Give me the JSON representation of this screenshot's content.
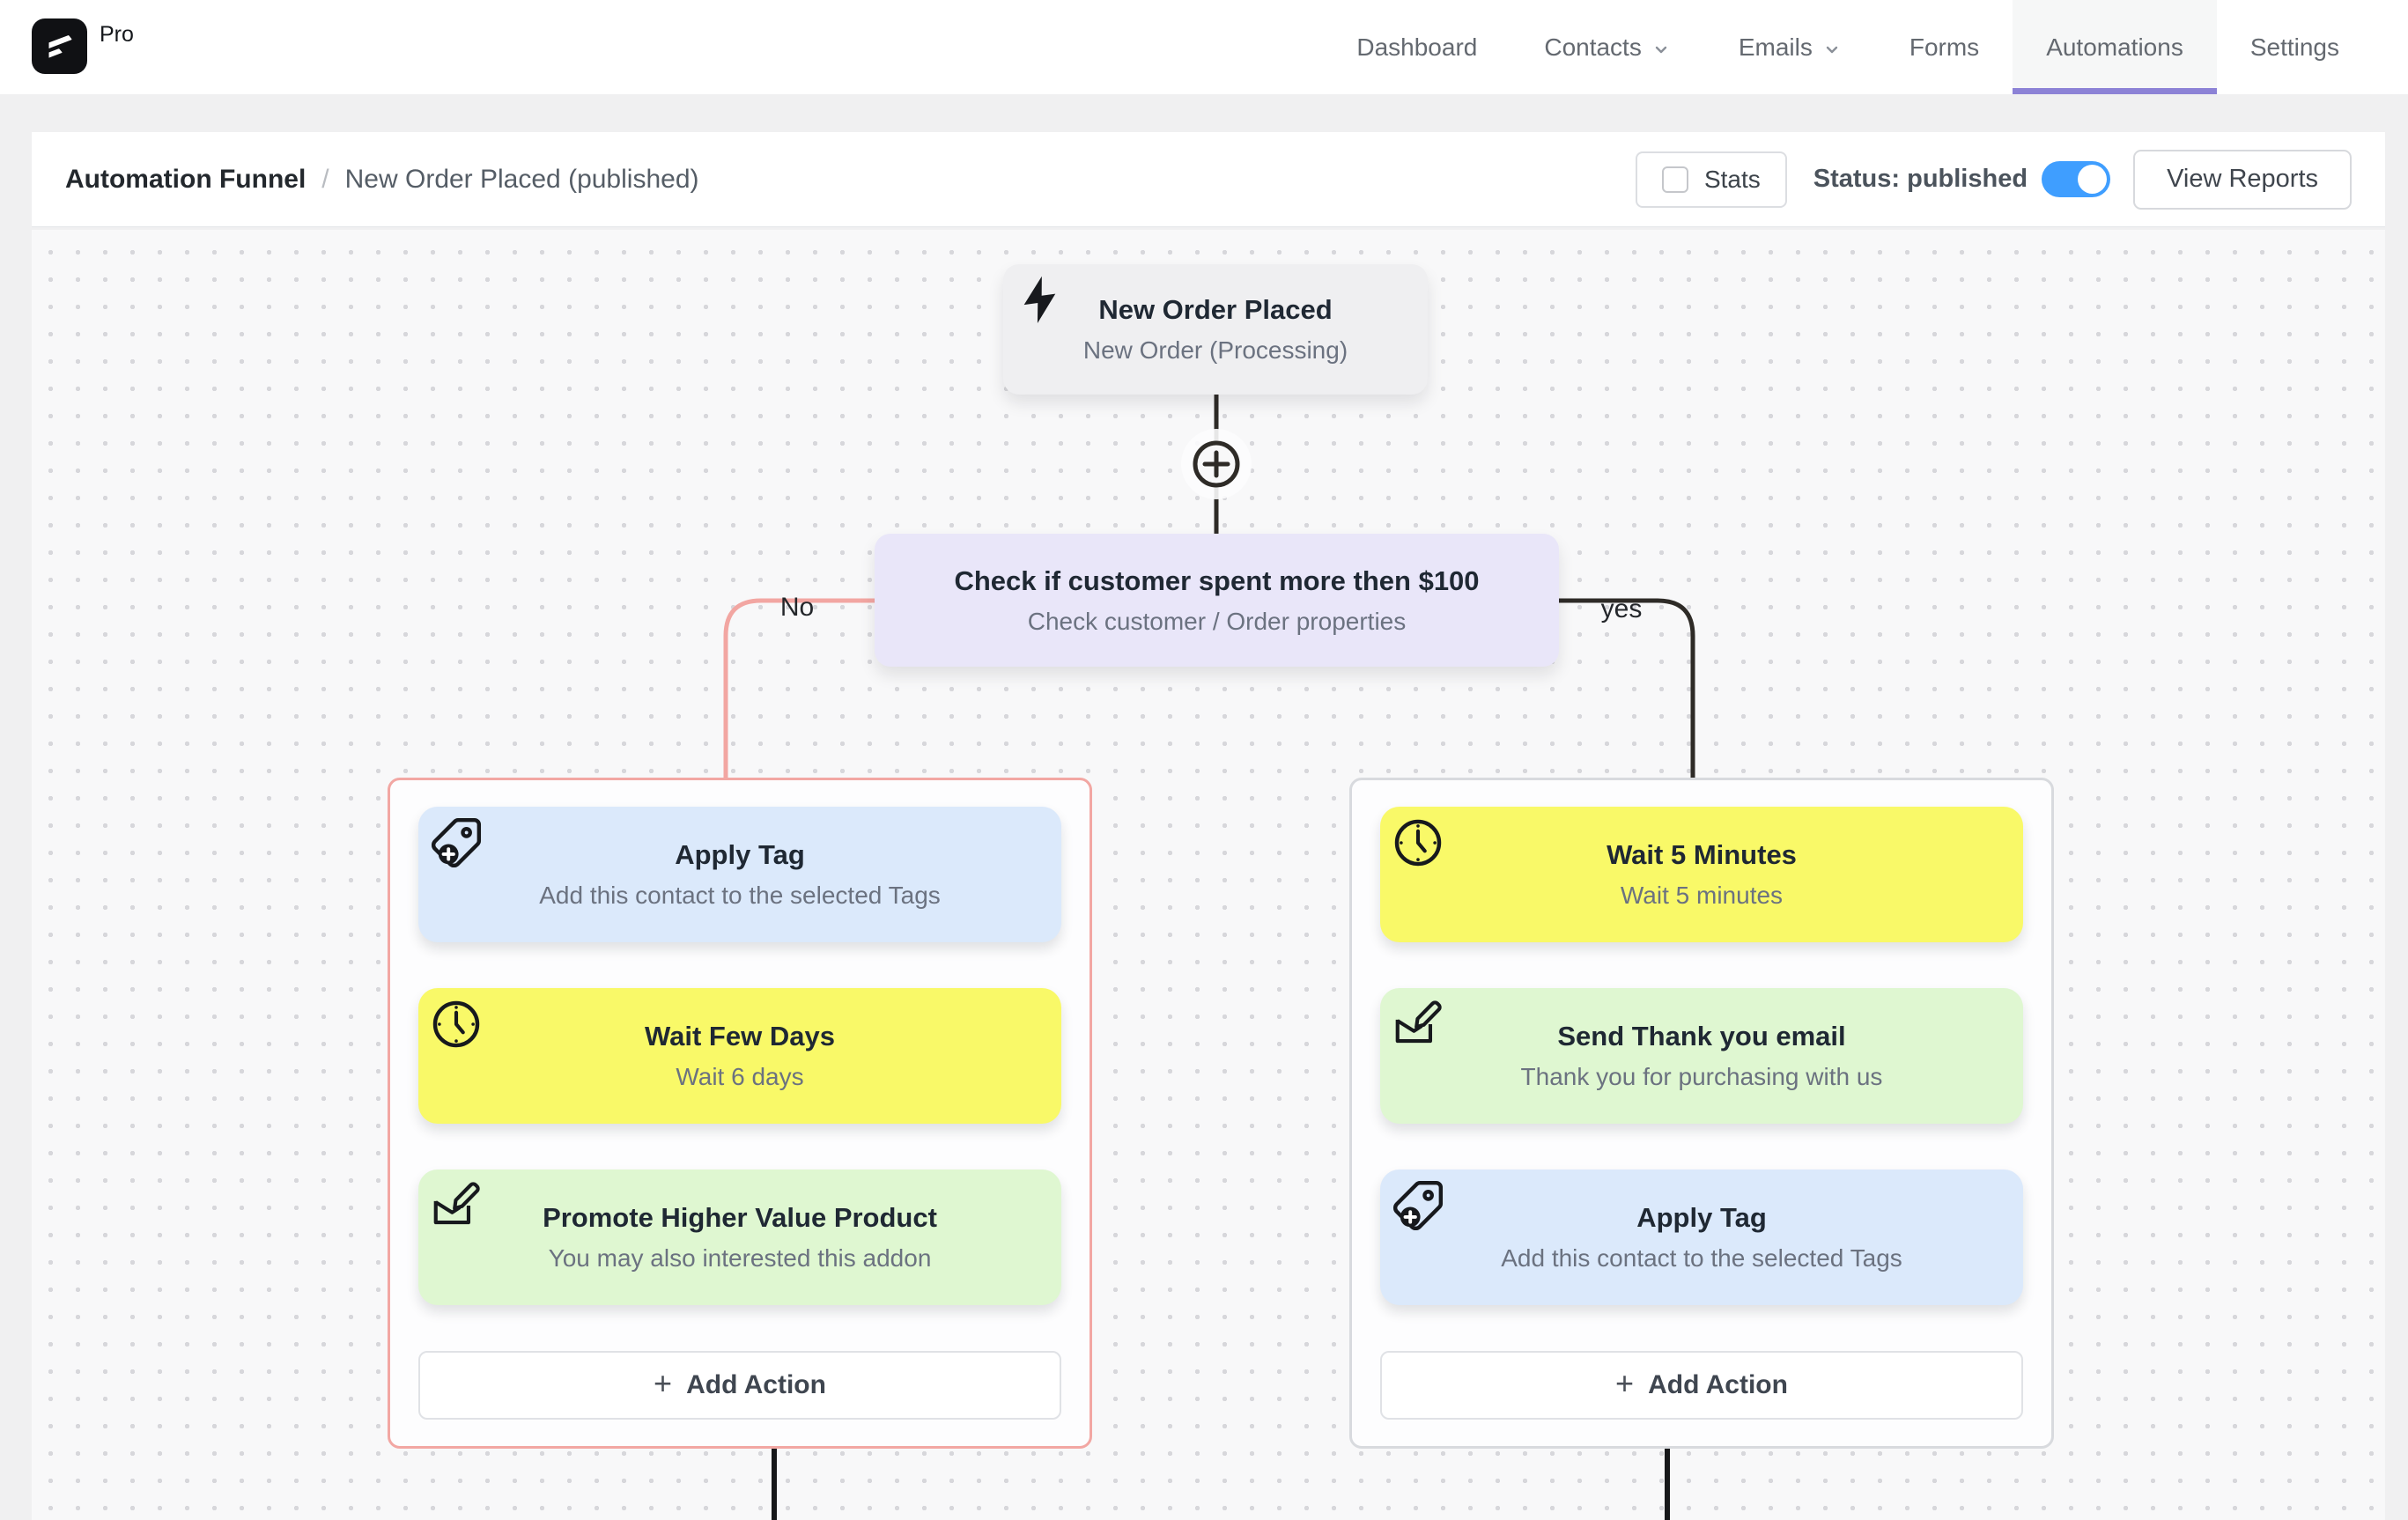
{
  "header": {
    "logo_badge": "Pro",
    "logo_icon": "fluentcrm-flag-icon",
    "nav_items": [
      {
        "label": "Dashboard",
        "dropdown": false,
        "active": false
      },
      {
        "label": "Contacts",
        "dropdown": true,
        "active": false
      },
      {
        "label": "Emails",
        "dropdown": true,
        "active": false
      },
      {
        "label": "Forms",
        "dropdown": false,
        "active": false
      },
      {
        "label": "Automations",
        "dropdown": false,
        "active": true
      },
      {
        "label": "Settings",
        "dropdown": false,
        "active": false
      }
    ]
  },
  "toolbar": {
    "breadcrumb_root": "Automation Funnel",
    "breadcrumb_separator": "/",
    "breadcrumb_current": "New Order Placed (published)",
    "stats_label": "Stats",
    "stats_checked": false,
    "status_label": "Status: published",
    "status_toggle_on": true,
    "view_reports_label": "View Reports"
  },
  "canvas": {
    "trigger": {
      "title": "New Order Placed",
      "subtitle": "New Order (Processing)",
      "icon": "lightning-bolt-icon"
    },
    "condition": {
      "title": "Check if customer spent more then $100",
      "subtitle": "Check customer / Order properties"
    },
    "branch_no_label": "No",
    "branch_yes_label": "yes",
    "no_actions": [
      {
        "title": "Apply Tag",
        "subtitle": "Add this contact to the selected Tags",
        "icon": "tag-plus-icon",
        "color": "blue"
      },
      {
        "title": "Wait Few Days",
        "subtitle": "Wait 6 days",
        "icon": "clock-icon",
        "color": "yellow"
      },
      {
        "title": "Promote Higher Value Product",
        "subtitle": "You may also interested this addon",
        "icon": "email-edit-icon",
        "color": "green"
      }
    ],
    "yes_actions": [
      {
        "title": "Wait 5 Minutes",
        "subtitle": "Wait 5 minutes",
        "icon": "clock-icon",
        "color": "yellow"
      },
      {
        "title": "Send Thank you email",
        "subtitle": "Thank you for purchasing with us",
        "icon": "email-edit-icon",
        "color": "green"
      },
      {
        "title": "Apply Tag",
        "subtitle": "Add this contact to the selected Tags",
        "icon": "tag-plus-icon",
        "color": "blue"
      }
    ],
    "add_action_label": "Add Action",
    "plus_glyph": "+"
  },
  "colors": {
    "accent_purple": "#8c82d6",
    "toggle_blue": "#3f9eff",
    "branch_no_line": "#f2a6a2",
    "branch_yes_line": "#2e2b27",
    "card_blue": "#dbe9fb",
    "card_yellow": "#f9f968",
    "card_green": "#dff7d1",
    "trigger_gray": "#efeff1",
    "condition_lavender": "#e9e6f9"
  }
}
